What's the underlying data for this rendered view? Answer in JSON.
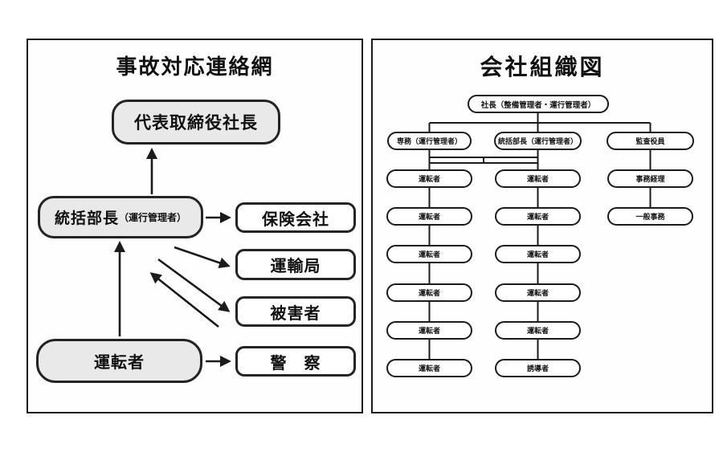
{
  "accident_chart": {
    "title": "事故対応連絡網",
    "nodes": {
      "president": "代表取締役社長",
      "general_manager": "統括部長",
      "general_manager_sub": "（運行管理者）",
      "insurance": "保険会社",
      "transport_bureau": "運輸局",
      "victim": "被害者",
      "driver": "運転者",
      "police": "警　察"
    }
  },
  "org_chart": {
    "title": "会社組織図",
    "president": "社長（整備管理者・運行管理者）",
    "columns": [
      {
        "head": "専務（運行管理者）",
        "items": [
          "運転者",
          "運転者",
          "運転者",
          "運転者",
          "運転者",
          "運転者"
        ]
      },
      {
        "head": "統括部長（運行管理者）",
        "items": [
          "運転者",
          "運転者",
          "運転者",
          "運転者",
          "運転者",
          "誘導者"
        ]
      },
      {
        "head": "監査役員",
        "items": [
          "事務経理",
          "一般事務"
        ]
      }
    ]
  },
  "colors": {
    "line": "#1b1b1b",
    "box_gray": "#e9e9e9"
  }
}
